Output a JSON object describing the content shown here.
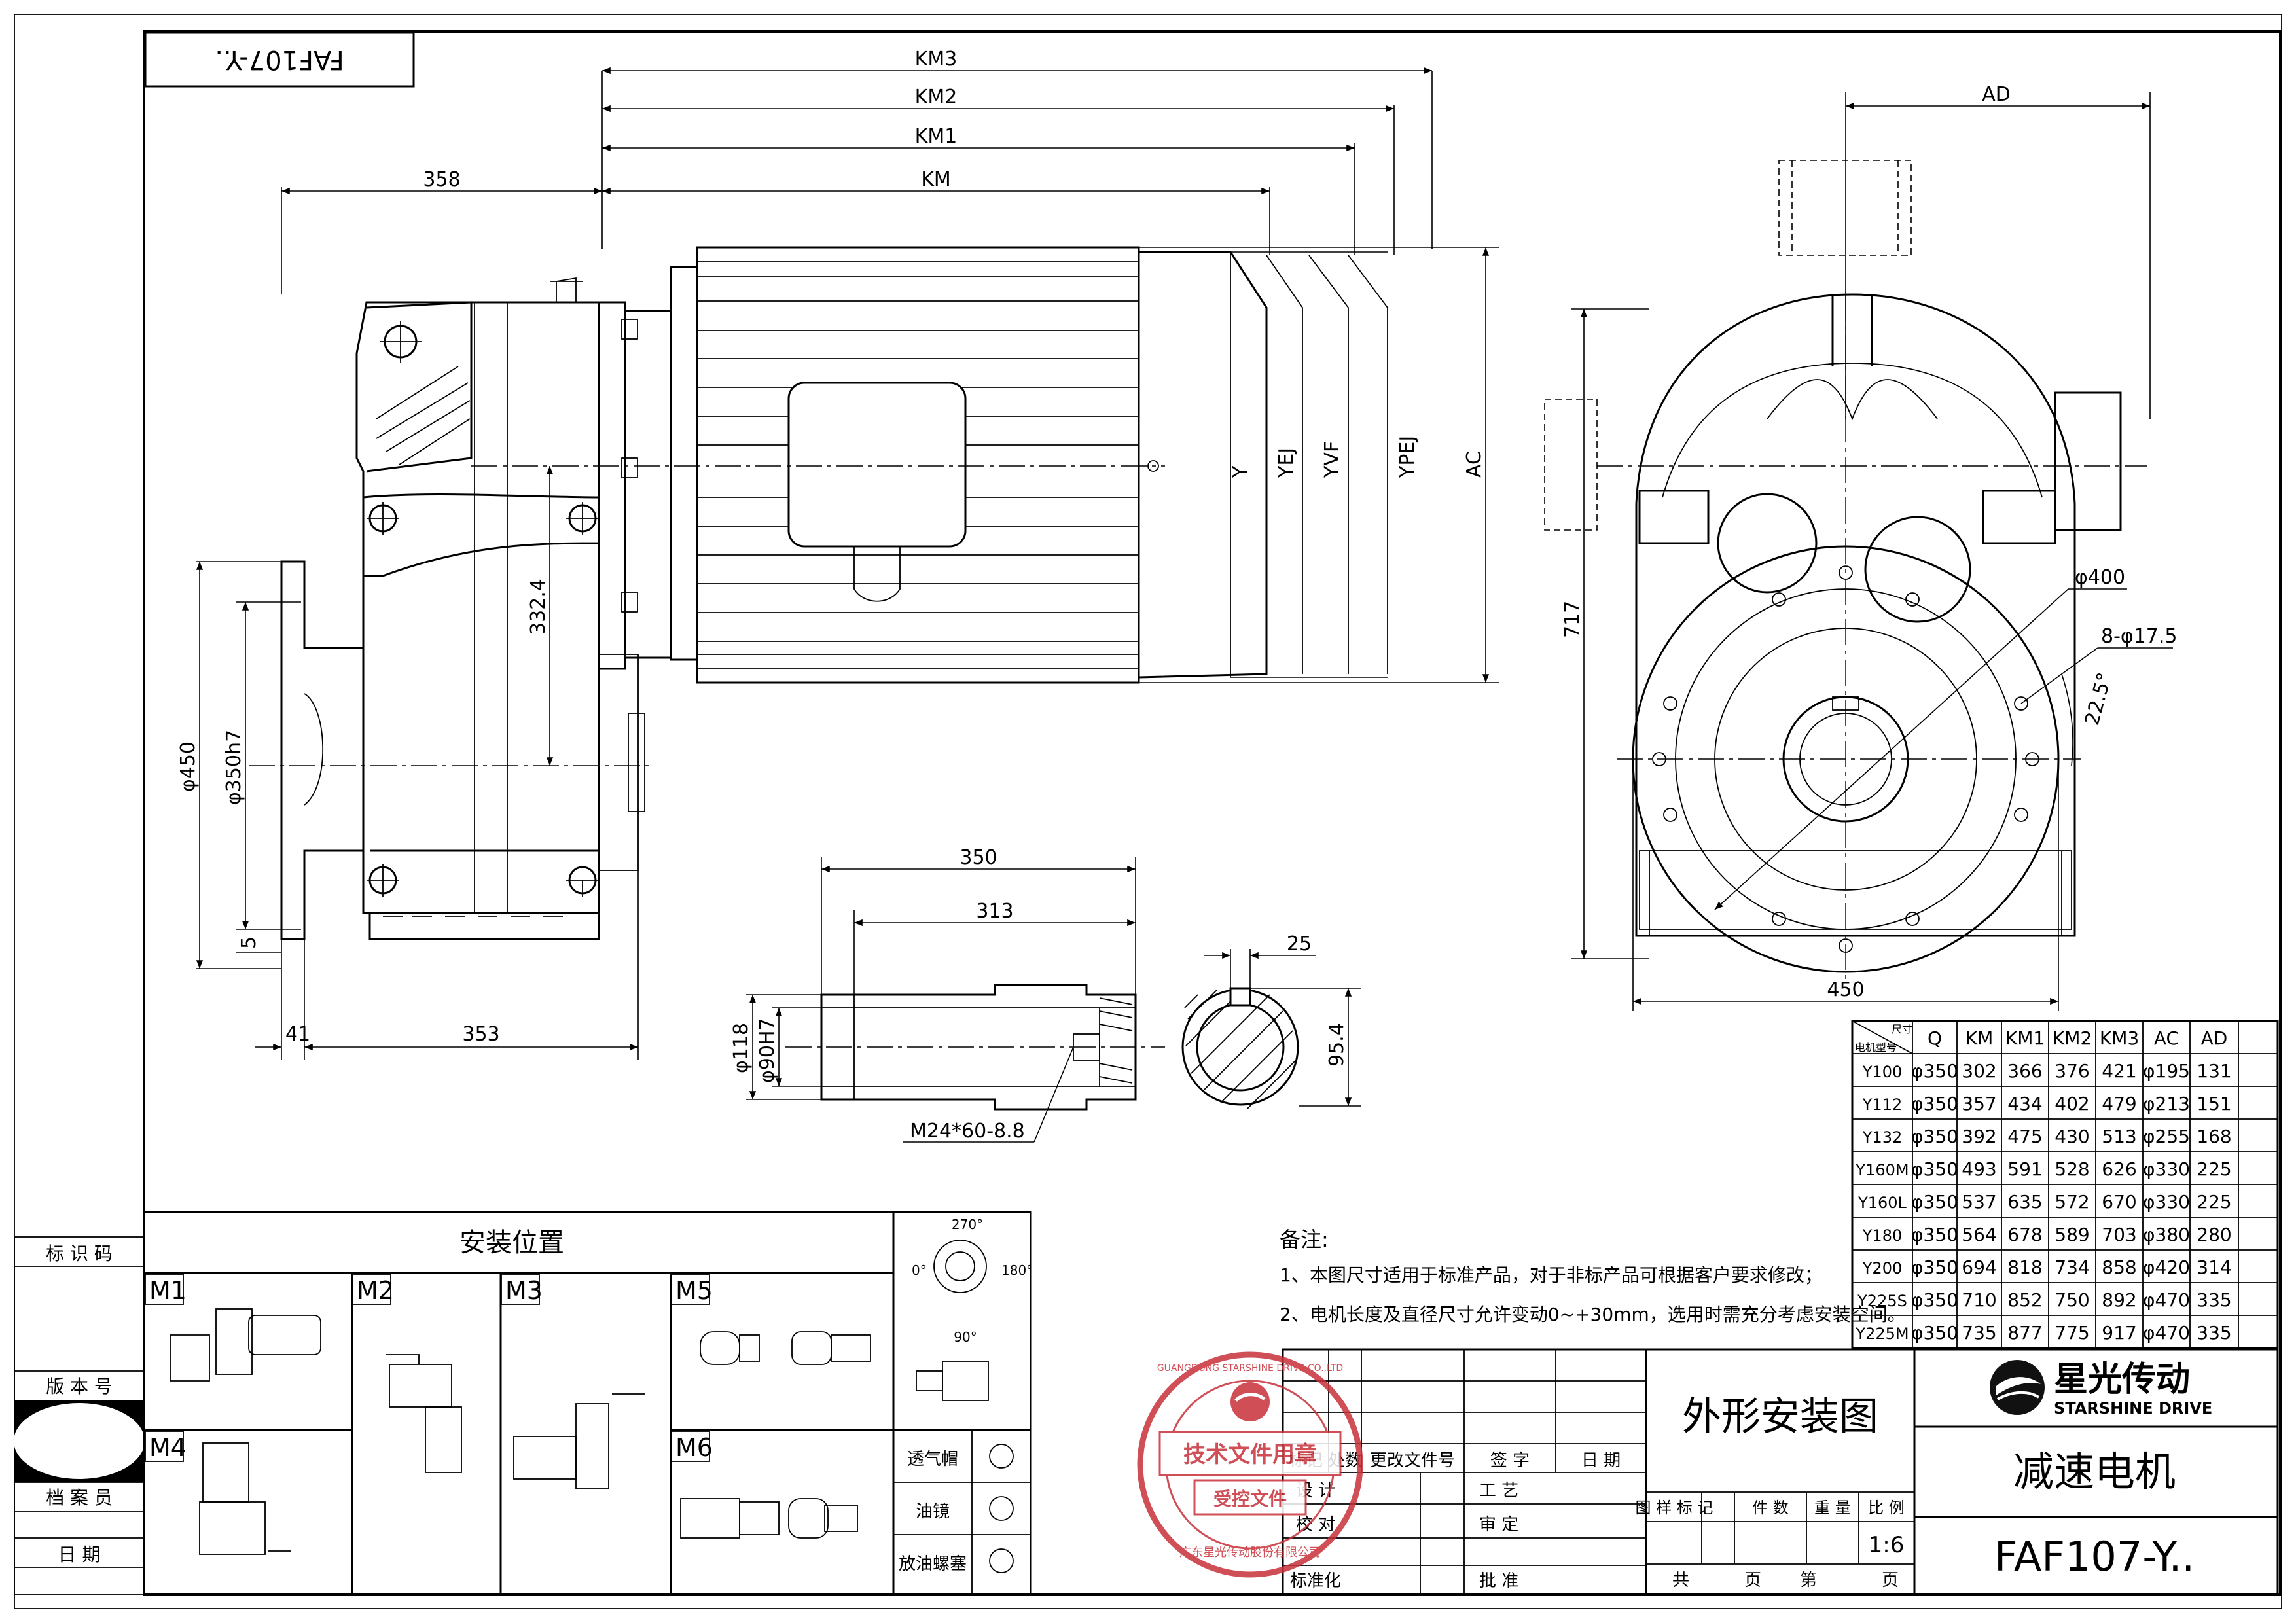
{
  "drawing_code_mirrored": "FAF107-Y..",
  "dimensions": {
    "km3": "KM3",
    "km2": "KM2",
    "km1": "KM1",
    "km": "KM",
    "d358": "358",
    "d332_4": "332.4",
    "phi450": "φ450",
    "phi350h7": "φ350h7",
    "d5": "5",
    "d41": "41",
    "d353": "353",
    "y": "Y",
    "yej": "YEJ",
    "yvf": "YVF",
    "ypej": "YPEJ",
    "ac": "AC",
    "ad": "AD",
    "d717": "717",
    "phi400": "φ400",
    "holes": "8-φ17.5",
    "angle": "22.5°",
    "d450": "450",
    "d350": "350",
    "d313": "313",
    "d25": "25",
    "phi118": "φ118",
    "phi90h7": "φ90H7",
    "d95_4": "95.4",
    "thread": "M24*60-8.8"
  },
  "spec_table": {
    "corner_top": "尺寸",
    "corner_bottom": "电机型号",
    "headers": [
      "Q",
      "KM",
      "KM1",
      "KM2",
      "KM3",
      "AC",
      "AD"
    ],
    "rows": [
      [
        "Y100",
        "φ350",
        "302",
        "366",
        "376",
        "421",
        "φ195",
        "131"
      ],
      [
        "Y112",
        "φ350",
        "357",
        "434",
        "402",
        "479",
        "φ213",
        "151"
      ],
      [
        "Y132",
        "φ350",
        "392",
        "475",
        "430",
        "513",
        "φ255",
        "168"
      ],
      [
        "Y160M",
        "φ350",
        "493",
        "591",
        "528",
        "626",
        "φ330",
        "225"
      ],
      [
        "Y160L",
        "φ350",
        "537",
        "635",
        "572",
        "670",
        "φ330",
        "225"
      ],
      [
        "Y180",
        "φ350",
        "564",
        "678",
        "589",
        "703",
        "φ380",
        "280"
      ],
      [
        "Y200",
        "φ350",
        "694",
        "818",
        "734",
        "858",
        "φ420",
        "314"
      ],
      [
        "Y225S",
        "φ350",
        "710",
        "852",
        "750",
        "892",
        "φ470",
        "335"
      ],
      [
        "Y225M",
        "φ350",
        "735",
        "877",
        "775",
        "917",
        "φ470",
        "335"
      ]
    ]
  },
  "notes": {
    "title": "备注:",
    "line1": "1、本图尺寸适用于标准产品，对于非标产品可根据客户要求修改；",
    "line2": "2、电机长度及直径尺寸允许变动0~+30mm，选用时需充分考虑安装空间。"
  },
  "mounting": {
    "title": "安装位置",
    "positions": [
      "M1",
      "M2",
      "M3",
      "M4",
      "M5",
      "M6"
    ],
    "angles": {
      "a270": "270°",
      "a0": "0°",
      "a180": "180°",
      "a90": "90°"
    },
    "legend": [
      "透气帽",
      "油镜",
      "放油螺塞"
    ]
  },
  "left_block": {
    "id_code": "标 识 码",
    "version": "版 本 号",
    "archivist": "档 案 员",
    "date": "日  期"
  },
  "stamp": {
    "top_text": "GUANGDONG STARSHINE DRIVE CO.,LTD",
    "line1": "技术文件用章",
    "line2": "受控文件",
    "bottom_text": "广东星光传动股份有限公司"
  },
  "title_block": {
    "drawing_title": "外形安装图",
    "product": "减速电机",
    "drawing_no": "FAF107-Y..",
    "brand_cn": "星光传动",
    "brand_en": "STARSHINE DRIVE",
    "rev_headers": [
      "标记",
      "处数",
      "更改文件号",
      "签  字",
      "日  期"
    ],
    "roles_left": [
      "设  计",
      "校  对",
      "标准化"
    ],
    "roles_right": [
      "工  艺",
      "审  定",
      "批  准"
    ],
    "attr_headers": [
      "图 样 标 记",
      "件 数",
      "重 量",
      "比 例"
    ],
    "scale": "1:6",
    "sheet_total": "共",
    "sheet_word": "页",
    "sheet_no": "第",
    "sheet_word2": "页"
  }
}
